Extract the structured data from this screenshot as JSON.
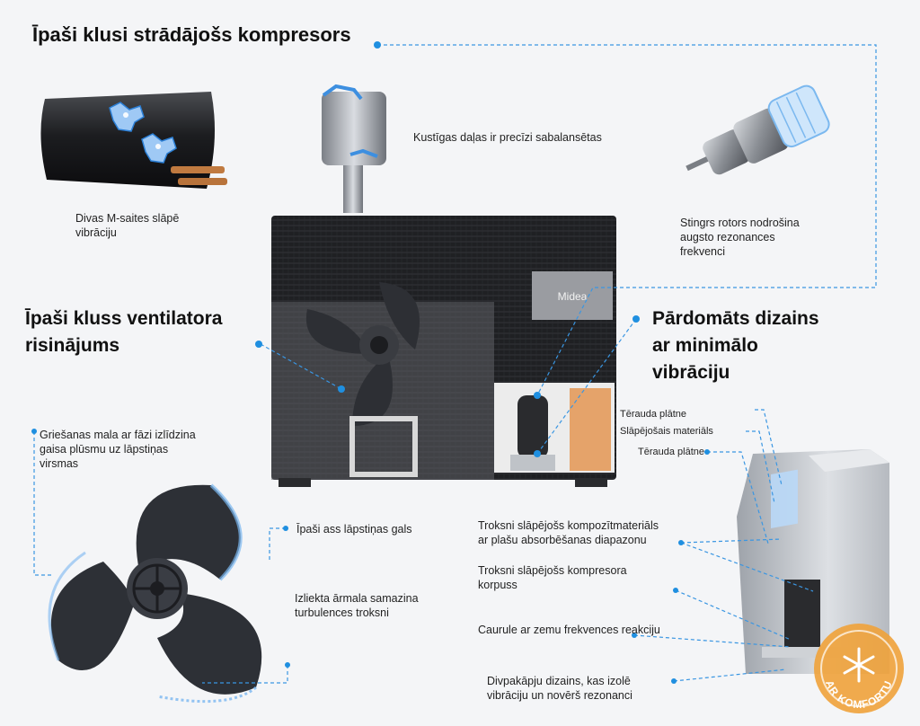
{
  "headings": {
    "compressor": "Īpaši klusi strādājošs  kompresors",
    "fan_line1": "Īpaši kluss ventilatora",
    "fan_line2": "risinājums",
    "design_line1": "Pārdomāts dizains",
    "design_line2": "ar minimālo",
    "design_line3": "vibrāciju"
  },
  "labels": {
    "m_saites": "Divas M-saites slāpē\nvibrāciju",
    "balanced": "Kustīgas daļas ir precīzi sabalansētas",
    "rotor": "Stingrs rotors nodrošina\naugsto rezonances\nfrekvenci",
    "blade_edge": "Griešanas mala ar fāzi izlīdzina\ngaisa plūsmu uz lāpstiņas\nvirsmas",
    "blade_tip": "Īpaši ass lāpstiņas gals",
    "curved_wall": "Izliekta ārmala samazina\nturbulences troksni",
    "steel_plate_1": "Tērauda plātne",
    "damping_material": "Slāpējošais materiāls",
    "steel_plate_2": "Tērauda plātne",
    "composite": "Troksni slāpējošs kompozītmateriāls\nar plašu absorbēšanas diapazonu",
    "compressor_housing": "Troksni slāpējošs kompresora\nkorpuss",
    "pipe": "Caurule ar zemu frekvences reakciju",
    "double_layer": "Divpakāpju dizains, kas izolē\nvibrāciju un novērš rezonanci"
  },
  "brand": {
    "unit_logo": "Midea",
    "watermark": "AR KOMFORTU"
  },
  "colors": {
    "accent": "#1f8fe0",
    "unit_dark": "#2a2b2e",
    "badge": "#f0a23a"
  }
}
